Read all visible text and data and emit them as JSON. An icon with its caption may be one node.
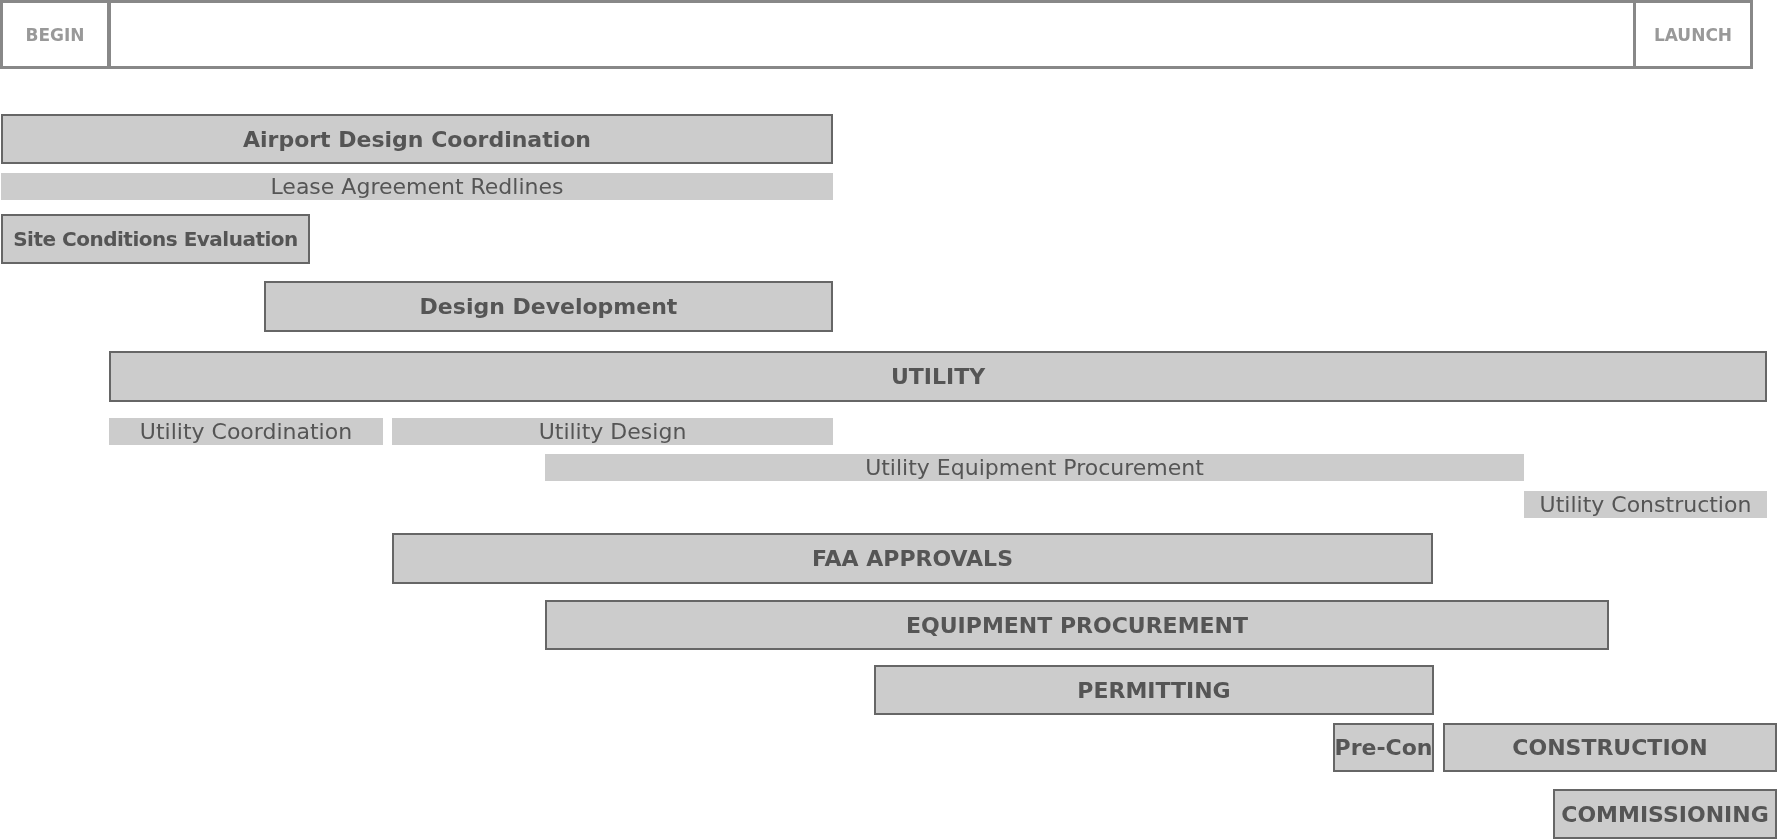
{
  "diagram": {
    "nodes": [
      {
        "text": [
          "BEGIN"
        ]
      },
      {
        "text": [],
        "shape": "bar"
      },
      {
        "text": [
          "LAUNCH"
        ]
      },
      {
        "text": [
          "Airport Design Coordination"
        ]
      },
      {
        "text": [
          "Lease Agreement Redlines"
        ]
      },
      {
        "text": [
          "Site Conditions Evaluation"
        ]
      },
      {
        "text": [
          "Design Development"
        ]
      },
      {
        "text": [
          "UTILITY"
        ]
      },
      {
        "text": [
          "Utility Coordination"
        ]
      },
      {
        "text": [
          "Utility Design"
        ]
      },
      {
        "text": [
          "Utility Equipment Procurement"
        ]
      },
      {
        "text": [
          "Utility Construction"
        ]
      },
      {
        "text": [
          "FAA APPROVALS"
        ]
      },
      {
        "text": [
          "EQUIPMENT PROCUREMENT"
        ]
      },
      {
        "text": [
          "PERMITTING"
        ]
      },
      {
        "text": [
          "Pre-Con"
        ]
      },
      {
        "text": [
          "CONSTRUCTION"
        ]
      },
      {
        "text": [
          "COMMISSIONING"
        ]
      }
    ],
    "edges": []
  }
}
